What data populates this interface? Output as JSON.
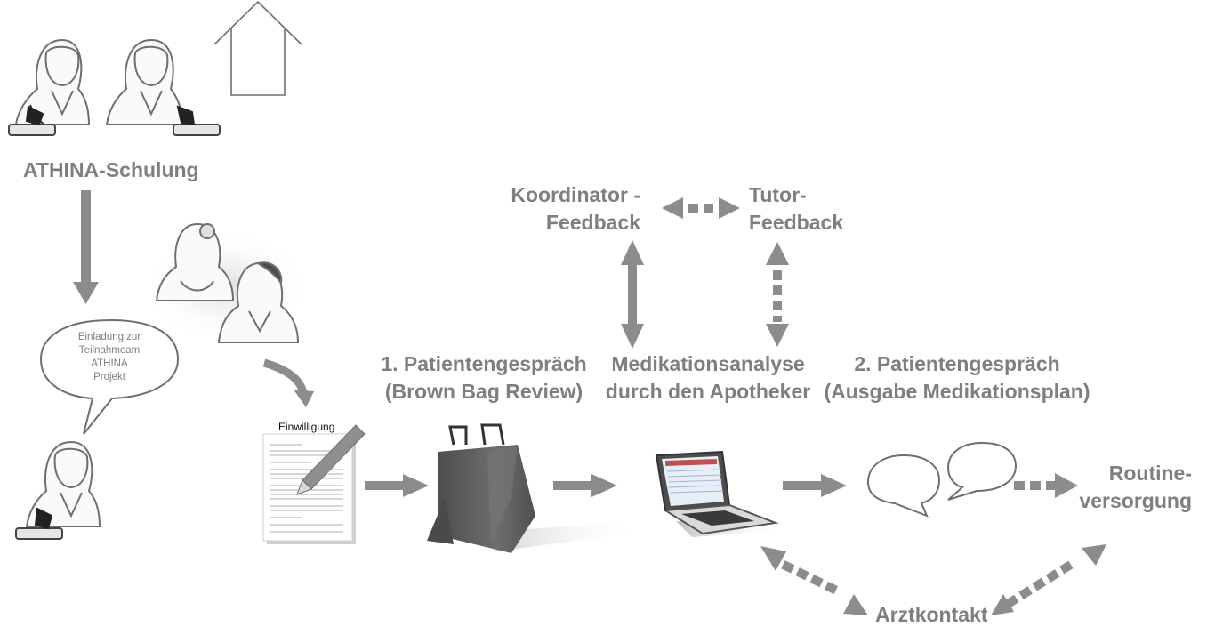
{
  "labels": {
    "schulung": "ATHINA-Schulung",
    "einladung": [
      "Einladung zur",
      "Teilnahmeam",
      "ATHINA",
      "Projekt"
    ],
    "einwilligung": "Einwilligung",
    "patient1": [
      "1. Patientengespräch",
      "(Brown Bag Review)"
    ],
    "analyse": [
      "Medikationsanalyse",
      "durch den Apotheker"
    ],
    "patient2": [
      "2. Patientengespräch",
      "(Ausgabe Medikationsplan)"
    ],
    "koordinator": [
      "Koordinator -",
      "Feedback"
    ],
    "tutor": [
      "Tutor-",
      "Feedback"
    ],
    "routine": [
      "Routine-",
      "versorgung"
    ],
    "arztkontakt": "Arztkontakt"
  },
  "colors": {
    "text": "#7f7f7f",
    "arrow": "#8c8c8c",
    "outline": "#6f6f6f",
    "bag": "#595959"
  }
}
